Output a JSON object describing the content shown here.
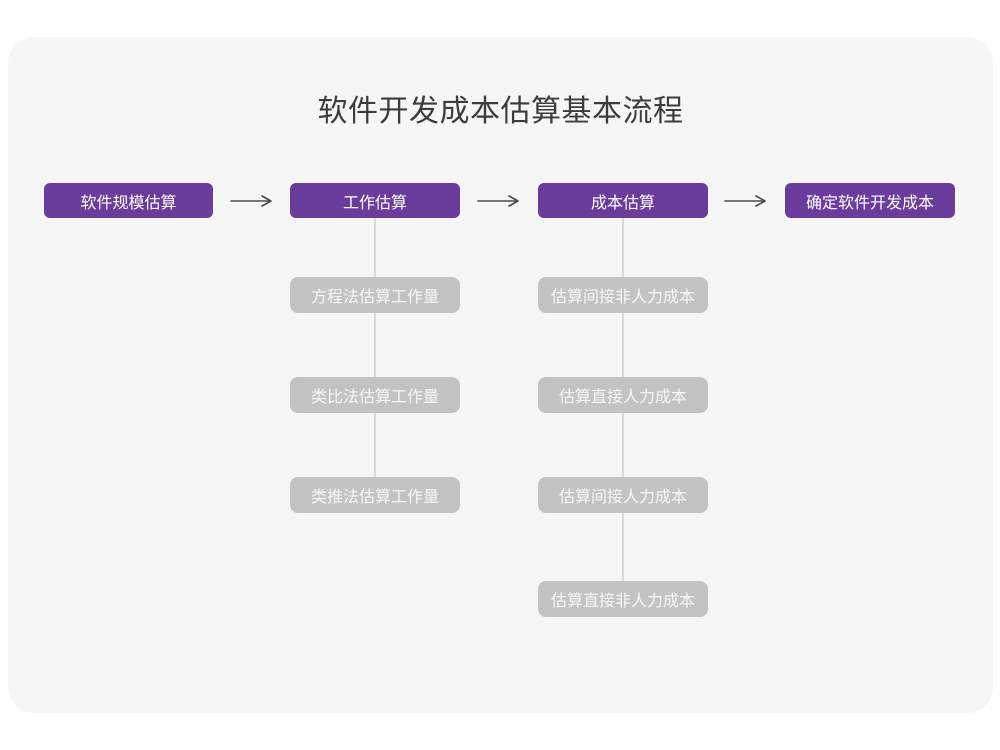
{
  "title": "软件开发成本估算基本流程",
  "flow": {
    "steps": [
      {
        "label": "软件规模估算",
        "children": []
      },
      {
        "label": "工作估算",
        "children": [
          "方程法估算工作量",
          "类比法估算工作量",
          "类推法估算工作量"
        ]
      },
      {
        "label": "成本估算",
        "children": [
          "估算间接非人力成本",
          "估算直接人力成本",
          "估算间接人力成本",
          "估算直接非人力成本"
        ]
      },
      {
        "label": "确定软件开发成本",
        "children": []
      }
    ]
  },
  "icons": {
    "arrow_right": "arrow-right-icon"
  },
  "colors": {
    "page_bg": "#FFFFFF",
    "card_bg": "#F6F6F6",
    "primary_node_bg": "#6A3C9C",
    "sub_node_bg": "#C3C3C3",
    "node_text": "#FFFFFF",
    "sub_node_text": "#F7F7F7",
    "title_text": "#3C3C3C",
    "connector": "#D9D9D9",
    "arrow": "#4A4A4A"
  }
}
